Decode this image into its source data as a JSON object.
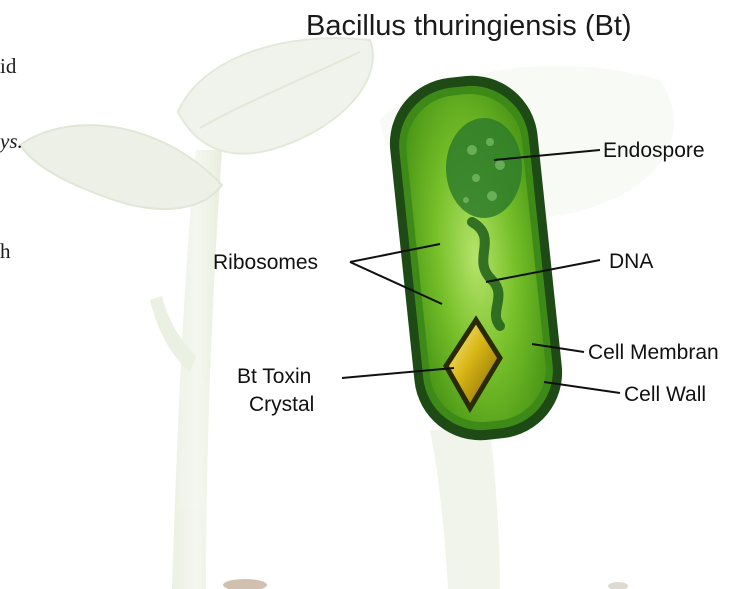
{
  "diagram": {
    "title": "Bacillus thuringiensis (Bt)",
    "labels": {
      "endospore": "Endospore",
      "ribosomes": "Ribosomes",
      "dna": "DNA",
      "cell_membrane": "Cell Membran",
      "bt_toxin_line1": "Bt Toxin",
      "bt_toxin_line2": "Crystal",
      "cell_wall": "Cell Wall"
    },
    "colors": {
      "cell_wall": "#1e4a16",
      "cytoplasm": "#5fb31c",
      "cytoplasm_light": "#9bd84a",
      "crystal": "#d8b615",
      "seedling": "#e7efd9"
    }
  },
  "left_text_fragments": {
    "frag1": "id",
    "frag2": "ys.",
    "frag3": "h"
  }
}
